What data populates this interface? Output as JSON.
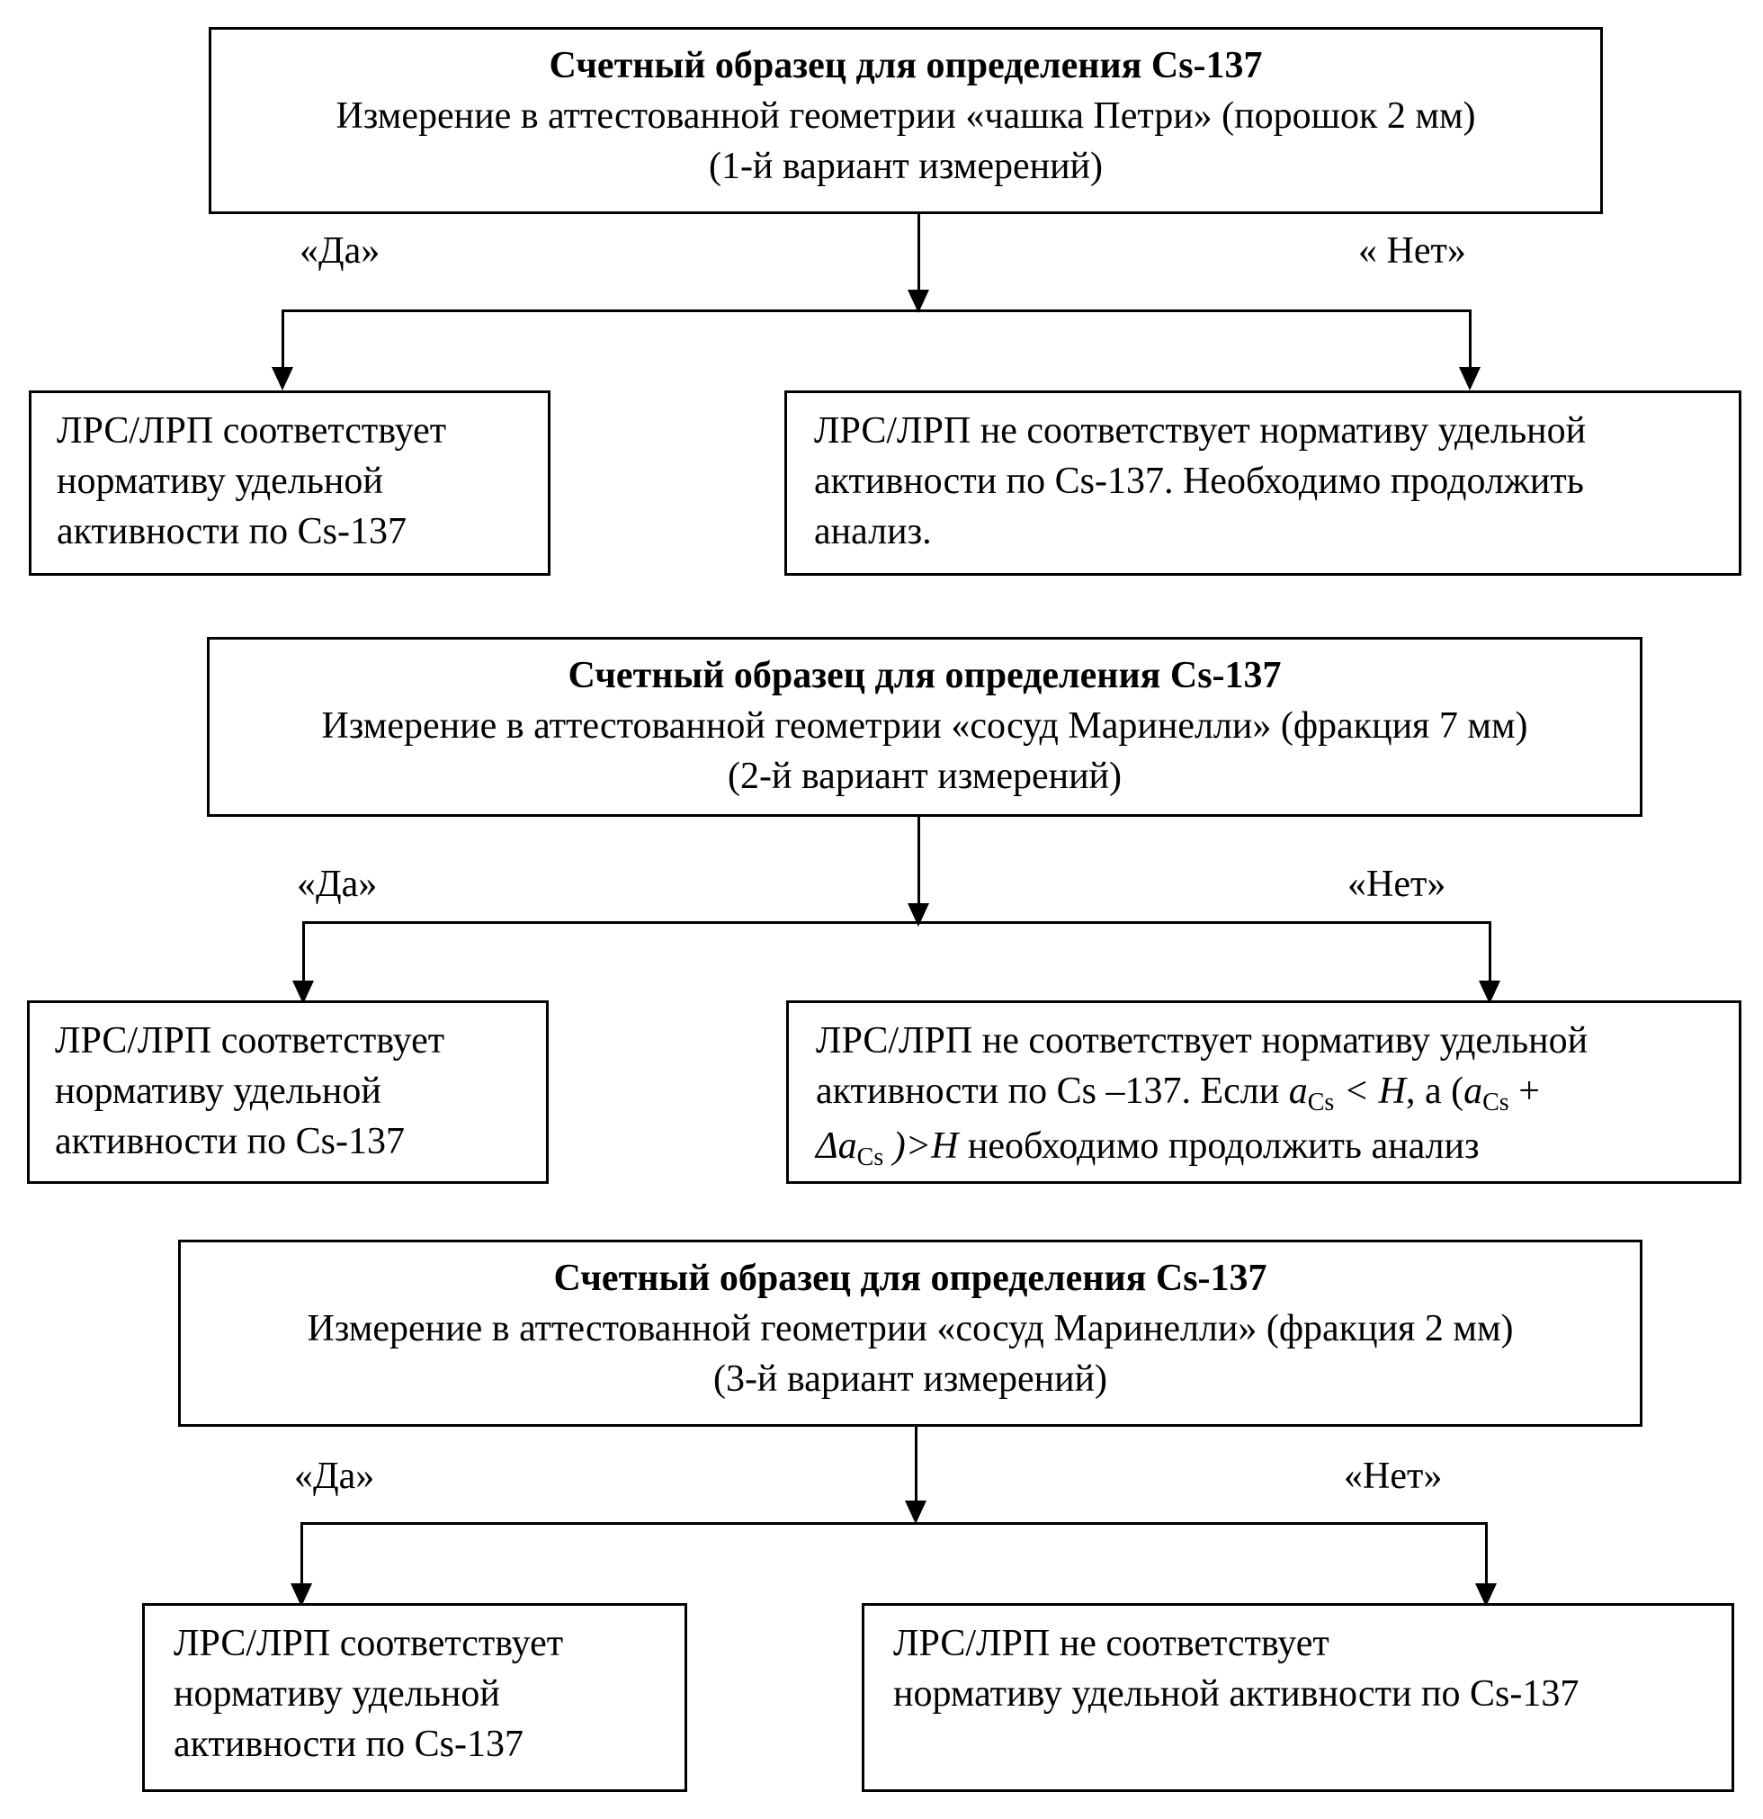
{
  "blocks": [
    {
      "title": "Счетный образец для определения Cs-137",
      "measurement": "Измерение в аттестованной геометрии «чашка Петри» (порошок 2 мм)",
      "variant": "(1-й вариант измерений)",
      "yes_label": "«Да»",
      "no_label": "« Нет»",
      "yes_result": [
        "ЛРС/ЛРП соответствует",
        "нормативу удельной",
        "активности по Cs-137"
      ],
      "no_result": [
        "ЛРС/ЛРП не соответствует нормативу удельной",
        "активности по Cs-137. Необходимо продолжить",
        "анализ."
      ]
    },
    {
      "title": "Счетный образец для определения Cs-137",
      "measurement": "Измерение в аттестованной геометрии «сосуд Маринелли» (фракция 7 мм)",
      "variant": "(2-й вариант измерений)",
      "yes_label": "«Да»",
      "no_label": "«Нет»",
      "yes_result": [
        "ЛРС/ЛРП соответствует",
        "нормативу удельной",
        "активности по Cs-137"
      ],
      "no_result_formula": {
        "line1": "ЛРС/ЛРП не соответствует нормативу удельной",
        "line2_start": "активности по Cs –137. Если ",
        "a_symbol": "a",
        "cs_sub": "Cs",
        "lt_h": " < H",
        "mid": ", а (",
        "plus": " +",
        "delta_a": "Δa",
        "gt_h": " )>H",
        "end": " необходимо продолжить анализ"
      }
    },
    {
      "title": "Счетный образец для определения Cs-137",
      "measurement": "Измерение в аттестованной геометрии «сосуд Маринелли» (фракция 2 мм)",
      "variant": "(3-й вариант измерений)",
      "yes_label": "«Да»",
      "no_label": "«Нет»",
      "yes_result": [
        "ЛРС/ЛРП соответствует",
        "нормативу удельной",
        "активности по Cs-137"
      ],
      "no_result": [
        "ЛРС/ЛРП не соответствует",
        "нормативу удельной активности по Cs-137"
      ]
    }
  ]
}
